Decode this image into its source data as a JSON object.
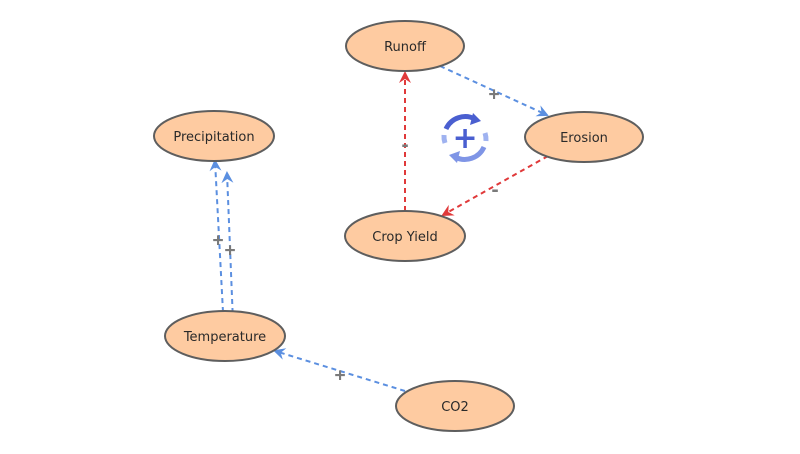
{
  "nodes": {
    "runoff": "Runoff",
    "erosion": "Erosion",
    "crop_yield": "Crop Yield",
    "precipitation": "Precipitation",
    "temperature": "Temperature",
    "co2": "CO2"
  },
  "edges": {
    "runoff_erosion": "+",
    "erosion_crop_yield": "-",
    "crop_yield_runoff": "-",
    "temperature_precipitation_1": "+",
    "temperature_precipitation_2": "+",
    "co2_temperature": "+"
  },
  "loop": {
    "polarity": "+",
    "icon": "reinforcing-loop-icon"
  },
  "colors": {
    "node_fill": "#fecba1",
    "node_stroke": "#5e5e5e",
    "positive_link": "#5b8fe0",
    "negative_link": "#e0393a",
    "loop_icon": "#4a5fd0"
  }
}
